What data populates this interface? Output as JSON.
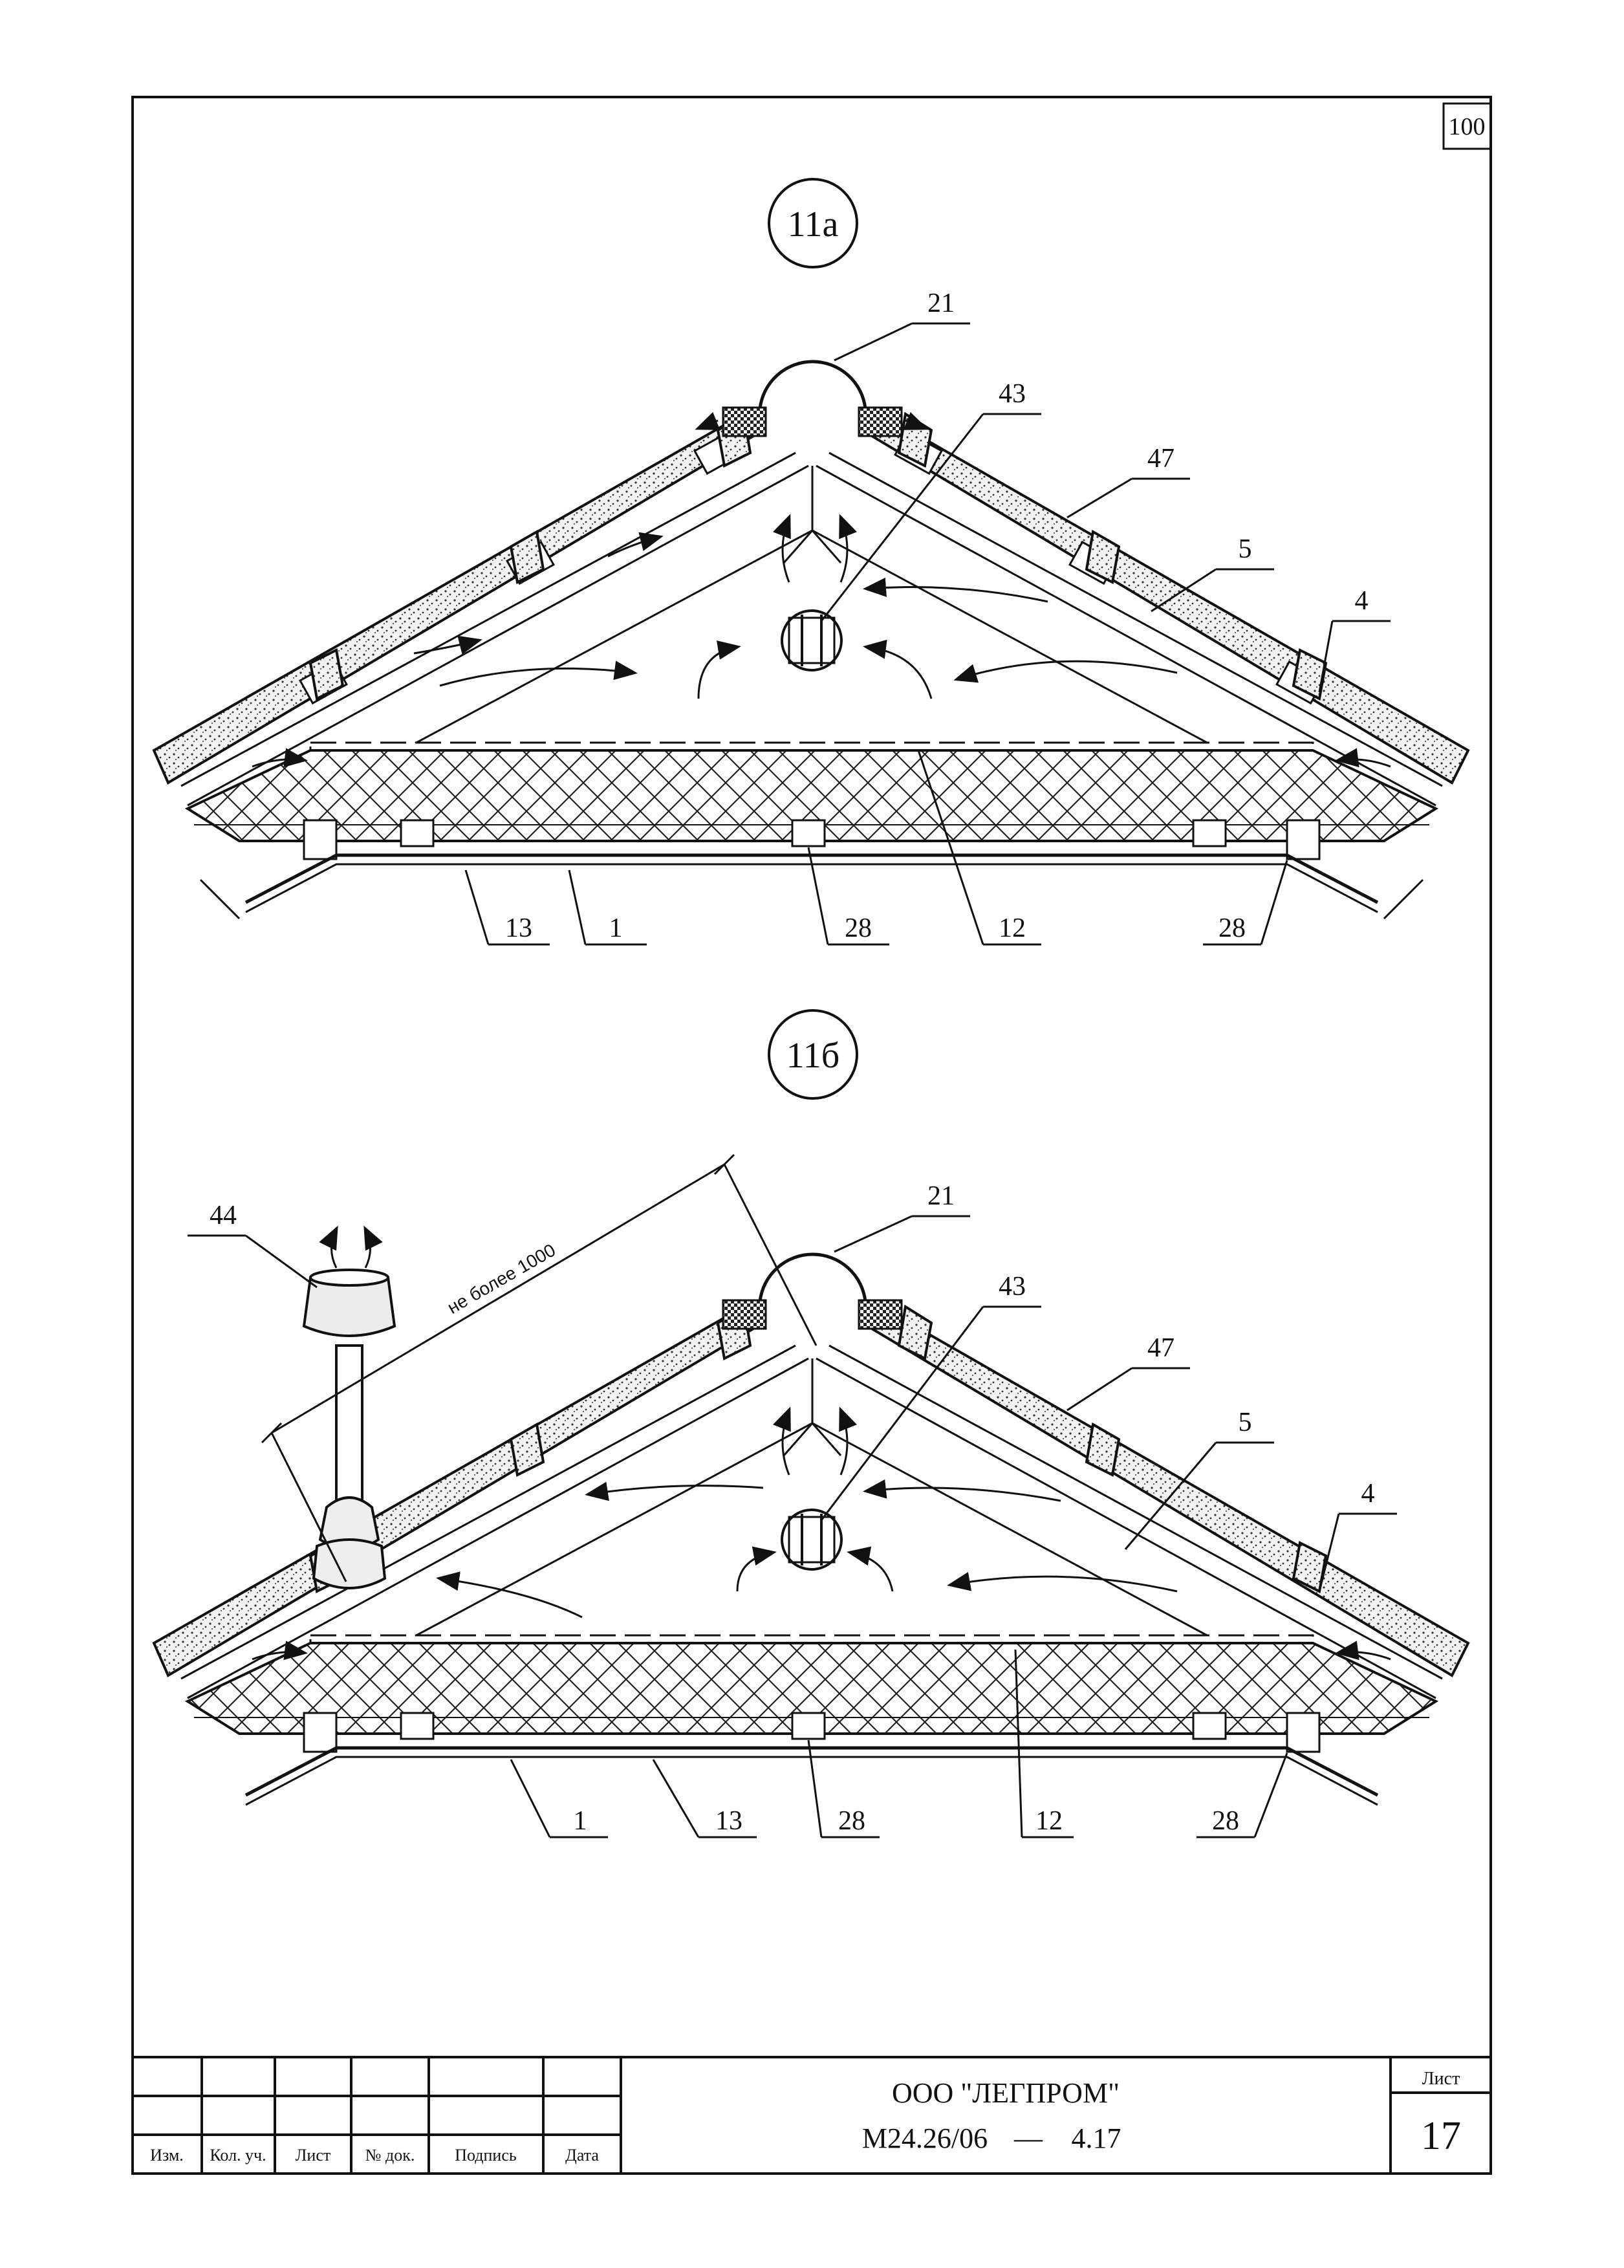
{
  "sheet_number_top": "100",
  "detail_a": {
    "title": "11а",
    "callouts": [
      "21",
      "43",
      "47",
      "5",
      "4",
      "13",
      "1",
      "28",
      "12",
      "28"
    ]
  },
  "detail_b": {
    "title": "11б",
    "callouts": [
      "44",
      "21",
      "43",
      "47",
      "5",
      "4",
      "1",
      "13",
      "28",
      "12",
      "28"
    ],
    "dimension_note": "не более 1000"
  },
  "title_block": {
    "company": "ООО \"ЛЕГПРОМ\"",
    "code": "М24.26/06",
    "dash": "—",
    "section": "4.17",
    "sheet_label": "Лист",
    "sheet_number": "17",
    "columns": [
      "Изм.",
      "Кол. уч.",
      "Лист",
      "№ док.",
      "Подпись",
      "Дата"
    ]
  }
}
